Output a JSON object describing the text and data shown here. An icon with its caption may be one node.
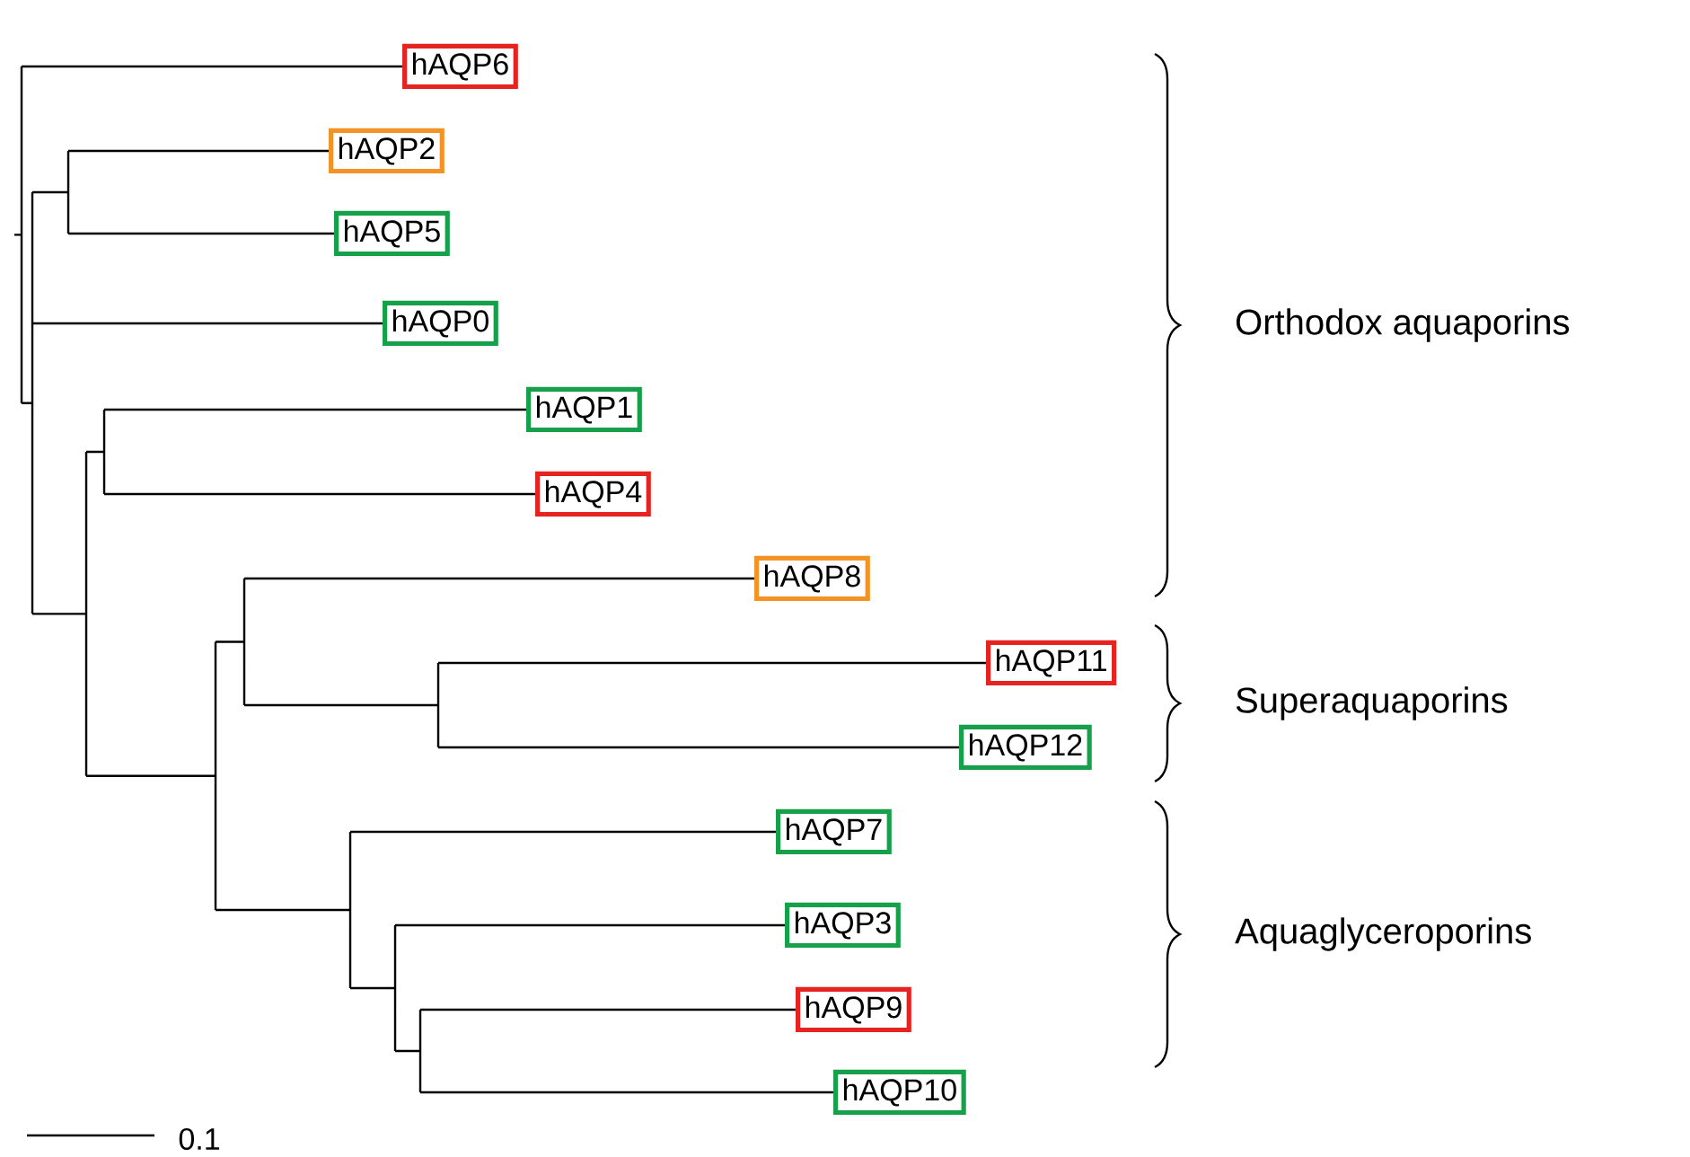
{
  "diagram": {
    "nodes": [
      {
        "text": [
          "hAQP6"
        ]
      },
      {
        "text": [
          "hAQP2"
        ]
      },
      {
        "text": [
          "hAQP5"
        ]
      },
      {
        "text": [
          "hAQP0"
        ]
      },
      {
        "text": [
          "hAQP1"
        ]
      },
      {
        "text": [
          "hAQP4"
        ]
      },
      {
        "text": [
          "hAQP8"
        ]
      },
      {
        "text": [
          "hAQP11"
        ]
      },
      {
        "text": [
          "hAQP12"
        ]
      },
      {
        "text": [
          "hAQP7"
        ]
      },
      {
        "text": [
          "hAQP3"
        ]
      },
      {
        "text": [
          "hAQP9"
        ]
      },
      {
        "text": [
          "hAQP10"
        ]
      }
    ],
    "labels": [
      "Orthodox aquaporins",
      "Superaquaporins",
      "Aquaglyceroporins",
      "0.1"
    ]
  }
}
